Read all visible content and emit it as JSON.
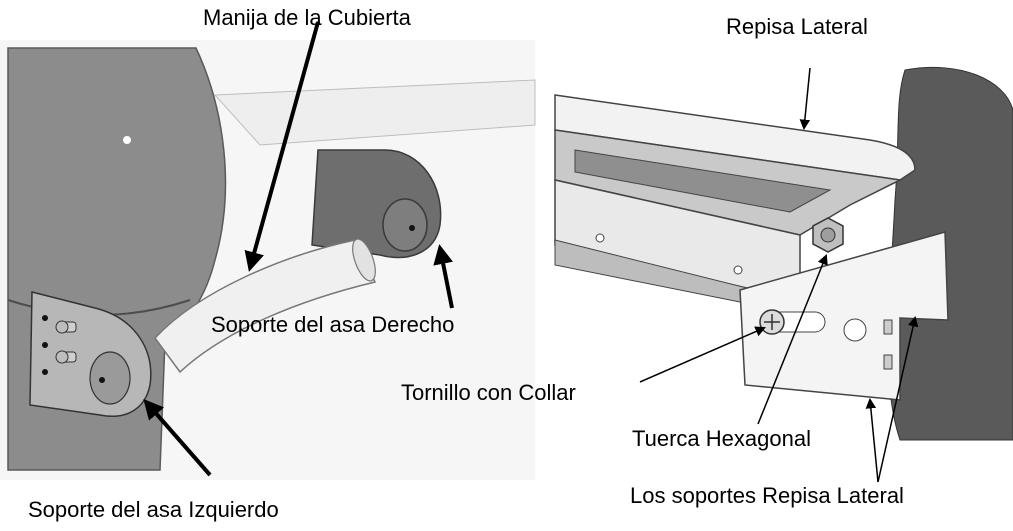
{
  "labels": {
    "lid_handle": "Manija de la Cubierta",
    "side_shelf": "Repisa Lateral",
    "right_bracket": "Soporte del asa Derecho",
    "collar_bolt": "Tornillo con Collar",
    "hex_nut": "Tuerca Hexagonal",
    "left_bracket": "Soporte del asa Izquierdo",
    "shelf_brackets": "Los soportes Repisa Lateral"
  },
  "colors": {
    "grill_body": "#8c8c8c",
    "part_dark": "#6e6e6e",
    "part_light": "#ececec",
    "line": "#000000"
  }
}
